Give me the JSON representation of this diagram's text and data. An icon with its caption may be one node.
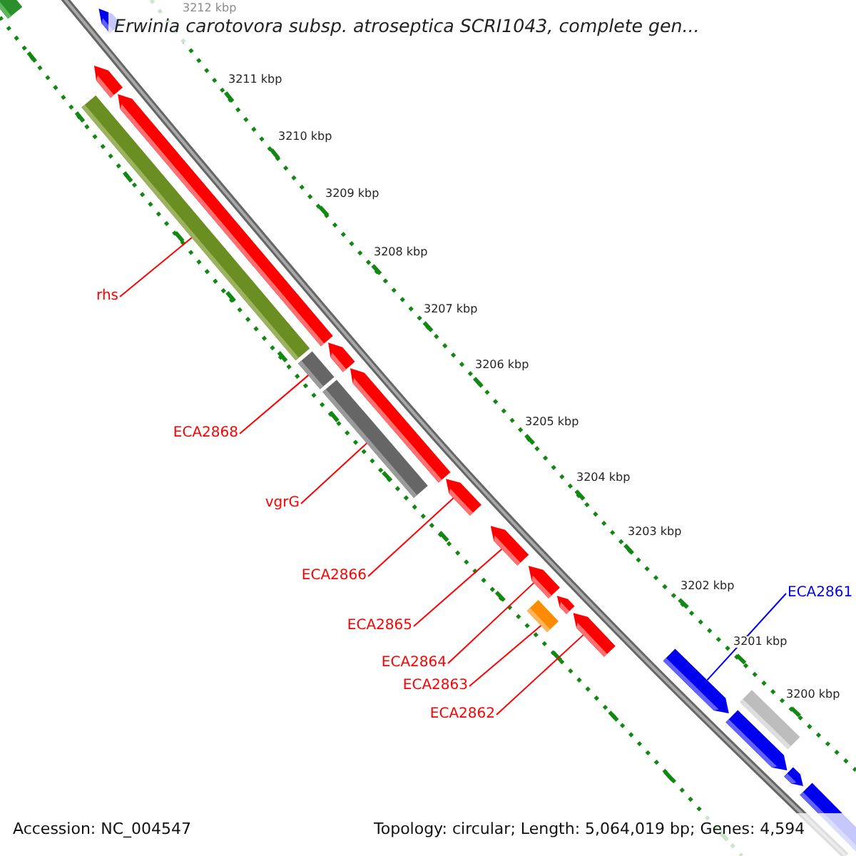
{
  "diagram": {
    "nodes": [
      {
        "text": [
          "rhs"
        ]
      },
      {
        "text": [
          "ECA2868"
        ]
      },
      {
        "text": [
          "vgrG"
        ]
      },
      {
        "text": [
          "ECA2866"
        ]
      },
      {
        "text": [
          "ECA2865"
        ]
      },
      {
        "text": [
          "ECA2864"
        ]
      },
      {
        "text": [
          "ECA2863"
        ]
      },
      {
        "text": [
          "ECA2862"
        ]
      },
      {
        "text": [
          "ECA2861"
        ]
      },
      {
        "text": [],
        "shape": "bar"
      },
      {
        "text": [],
        "shape": "bar"
      },
      {
        "text": [],
        "shape": "bar"
      },
      {
        "text": [],
        "shape": "bar"
      },
      {
        "text": [],
        "shape": "bar"
      },
      {
        "text": [],
        "shape": "bar"
      },
      {
        "text": [],
        "shape": "bar"
      },
      {
        "text": [],
        "shape": "bar"
      },
      {
        "text": [],
        "shape": "bar"
      },
      {
        "text": [],
        "shape": "bar"
      },
      {
        "text": [],
        "shape": "bar"
      },
      {
        "text": [],
        "shape": "bar"
      },
      {
        "text": [],
        "shape": "bar"
      },
      {
        "text": [],
        "shape": "bar"
      },
      {
        "text": [],
        "shape": "bar"
      },
      {
        "text": [],
        "shape": "bar"
      },
      {
        "text": [],
        "shape": "bar"
      },
      {
        "text": [],
        "shape": "bar"
      },
      {
        "text": [],
        "shape": "bar"
      },
      {
        "text": [],
        "shape": "bar"
      }
    ],
    "edges": [
      {
        "from": 0,
        "to": 12,
        "arrow": "none"
      },
      {
        "from": 1,
        "to": 14,
        "arrow": "none"
      },
      {
        "from": 2,
        "to": 16,
        "arrow": "none"
      },
      {
        "from": 3,
        "to": 18,
        "arrow": "none"
      },
      {
        "from": 4,
        "to": 19,
        "arrow": "none"
      },
      {
        "from": 5,
        "to": 20,
        "arrow": "none"
      },
      {
        "from": 6,
        "to": 21,
        "arrow": "none"
      },
      {
        "from": 7,
        "to": 23,
        "arrow": "none"
      },
      {
        "from": 8,
        "to": 24,
        "arrow": "none",
        "color": "#0000ff"
      }
    ],
    "labels": [
      "Erwinia carotovora subsp. atroseptica SCRI1043, complete gen...",
      "3212 kbp",
      "3211 kbp",
      "3210 kbp",
      "3209 kbp",
      "3208 kbp",
      "3207 kbp",
      "3206 kbp",
      "3205 kbp",
      "3204 kbp",
      "3203 kbp",
      "3202 kbp",
      "3201 kbp",
      "3200 kbp",
      "Accession: NC_004547",
      "Topology: circular; Length: 5,064,019 bp; Genes: 4,594"
    ]
  }
}
